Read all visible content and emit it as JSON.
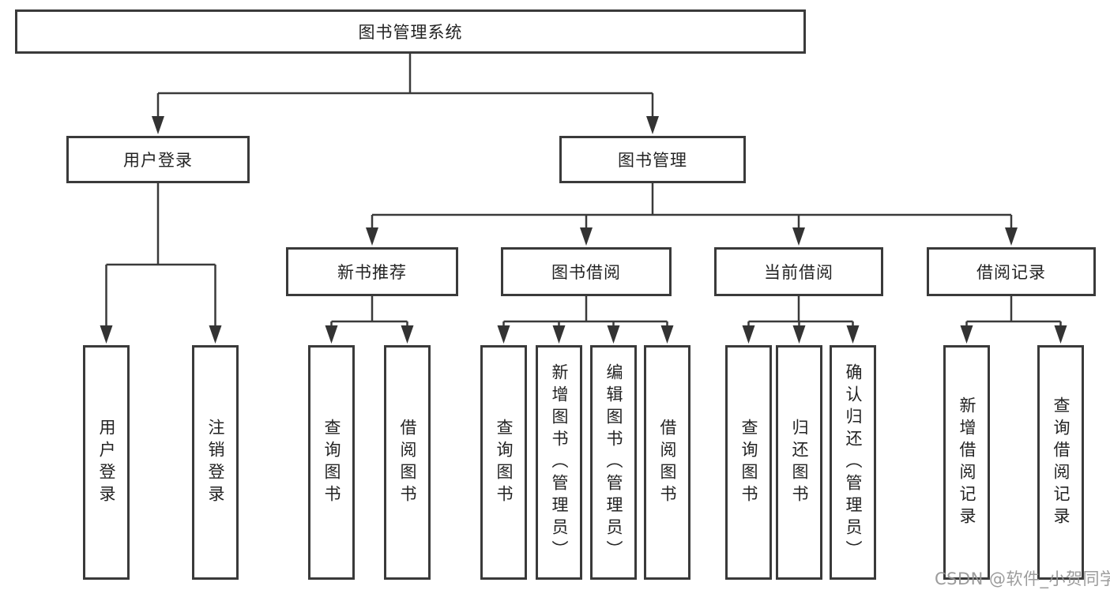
{
  "nodes": {
    "root": "图书管理系统",
    "level2": [
      "用户登录",
      "图书管理"
    ],
    "level3": [
      "新书推荐",
      "图书借阅",
      "当前借阅",
      "借阅记录"
    ],
    "leaves": {
      "user_login": [
        "用户登录",
        "注销登录"
      ],
      "new_book": [
        "查询图书",
        "借阅图书"
      ],
      "book_borrow": [
        "查询图书",
        "新增图书（管理员）",
        "编辑图书（管理员）",
        "借阅图书"
      ],
      "current_borrow": [
        "查询图书",
        "归还图书",
        "确认归还（管理员）"
      ],
      "borrow_record": [
        "新增借阅记录",
        "查询借阅记录"
      ]
    }
  },
  "watermark": "CSDN @软件_小贺同学",
  "colors": {
    "line": "#3a3a3a",
    "arrow": "#333333",
    "text": "#232323",
    "watermark": "#949494",
    "background": "#ffffff"
  }
}
